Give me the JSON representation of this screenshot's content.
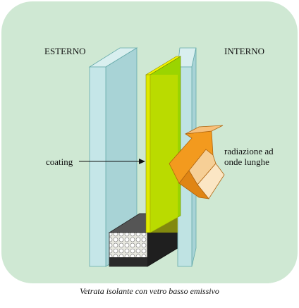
{
  "labels": {
    "esterno": "ESTERNO",
    "interno": "INTERNO",
    "coating": "coating",
    "radiation_line1": "radiazione ad",
    "radiation_line2": "onde lunghe"
  },
  "caption": "Vetrata isolante con vetro basso emissivo",
  "colors": {
    "background": "#cfe8d3",
    "outer_glass": "#bfe3e3",
    "inner_glass_coating": "#d8e600",
    "spacer": "#2a2a2a",
    "arrow": "#f39a1e"
  }
}
